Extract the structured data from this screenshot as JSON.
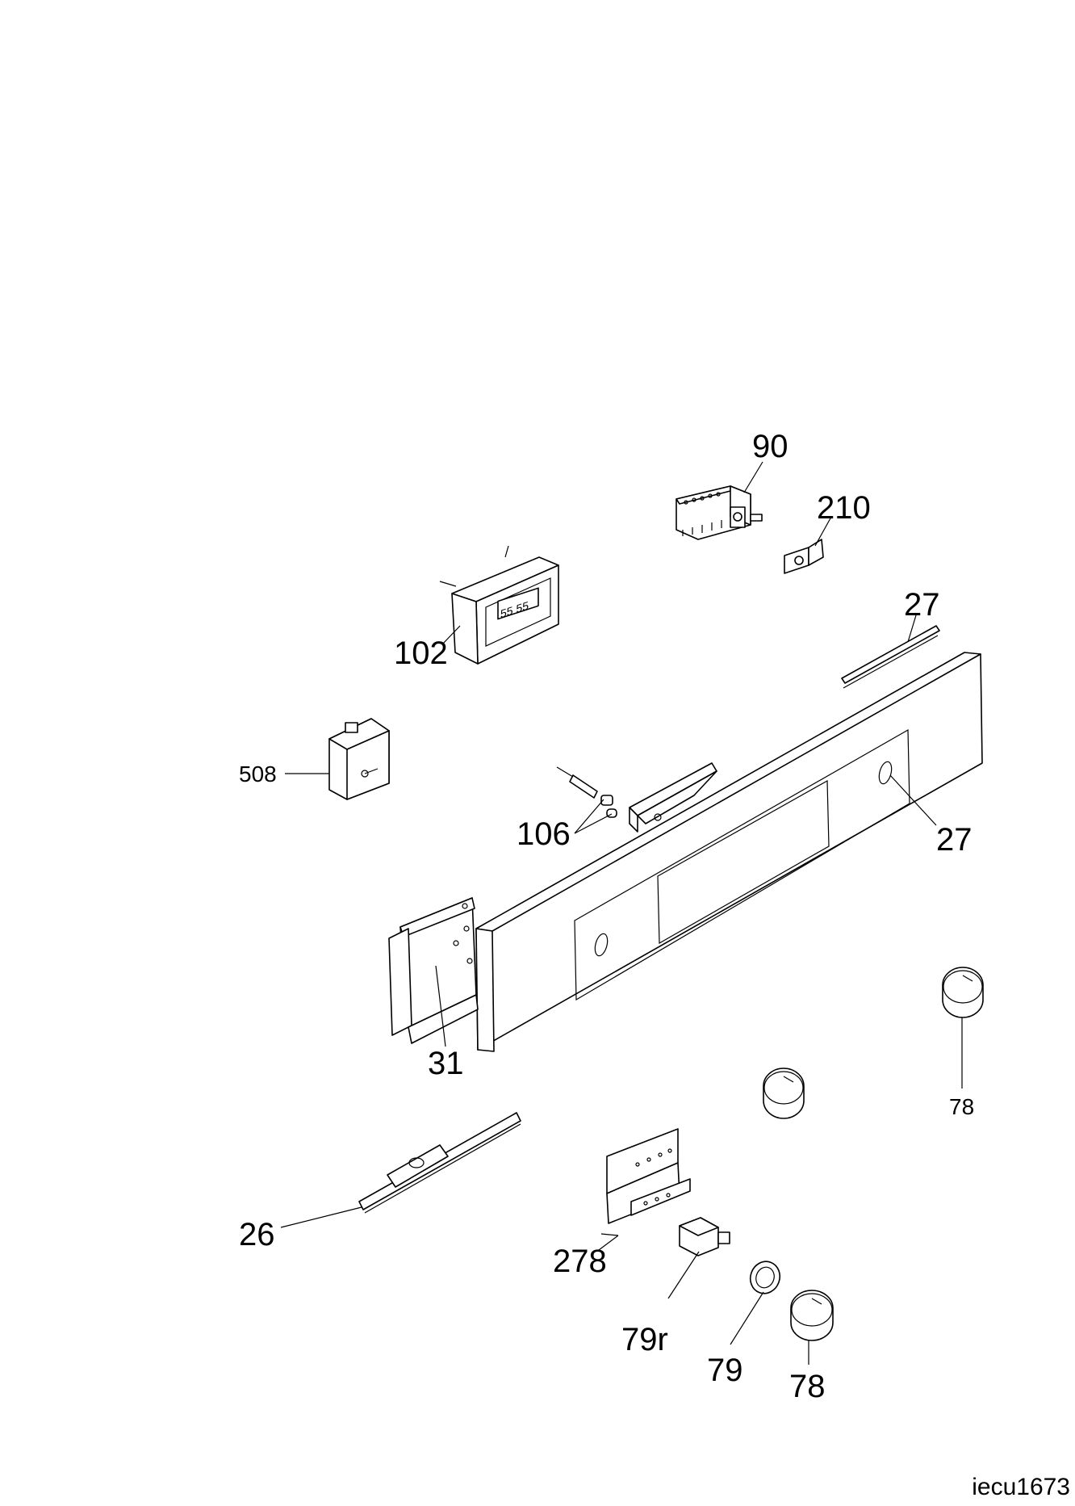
{
  "diagram_id": "iecu1673",
  "callouts": [
    {
      "id": "90",
      "label": "90"
    },
    {
      "id": "210",
      "label": "210"
    },
    {
      "id": "102",
      "label": "102"
    },
    {
      "id": "27a",
      "label": "27"
    },
    {
      "id": "27b",
      "label": "27"
    },
    {
      "id": "508",
      "label": "508"
    },
    {
      "id": "106",
      "label": "106"
    },
    {
      "id": "31",
      "label": "31"
    },
    {
      "id": "78a",
      "label": "78"
    },
    {
      "id": "26",
      "label": "26"
    },
    {
      "id": "278",
      "label": "278"
    },
    {
      "id": "79r",
      "label": "79r"
    },
    {
      "id": "79",
      "label": "79"
    },
    {
      "id": "78b",
      "label": "78"
    }
  ],
  "display": {
    "digits": "55 55"
  }
}
